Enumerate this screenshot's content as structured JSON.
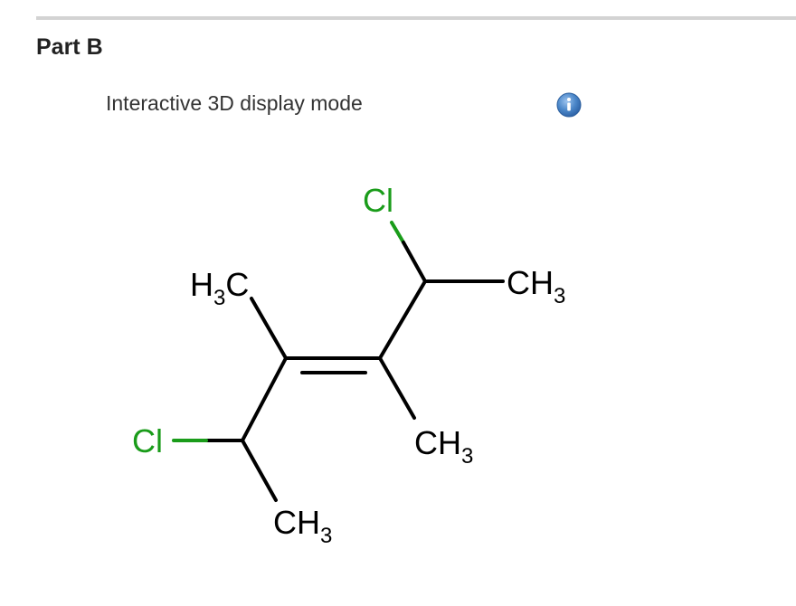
{
  "part": {
    "title": "Part B"
  },
  "display": {
    "mode_label": "Interactive 3D display mode",
    "info_icon": "info-icon"
  },
  "colors": {
    "chlorine": "#1a9c1a",
    "bond": "#000000",
    "info_blue": "#4a86c8"
  },
  "molecule": {
    "atoms": {
      "cl_top": "Cl",
      "ch3_right_c": "CH",
      "ch3_right_sub": "3",
      "h3c_h": "H",
      "h3c_sub": "3",
      "h3c_c": "C",
      "cl_left": "Cl",
      "ch3_mid_c": "CH",
      "ch3_mid_sub": "3",
      "ch3_bottom_c": "CH",
      "ch3_bottom_sub": "3"
    }
  }
}
